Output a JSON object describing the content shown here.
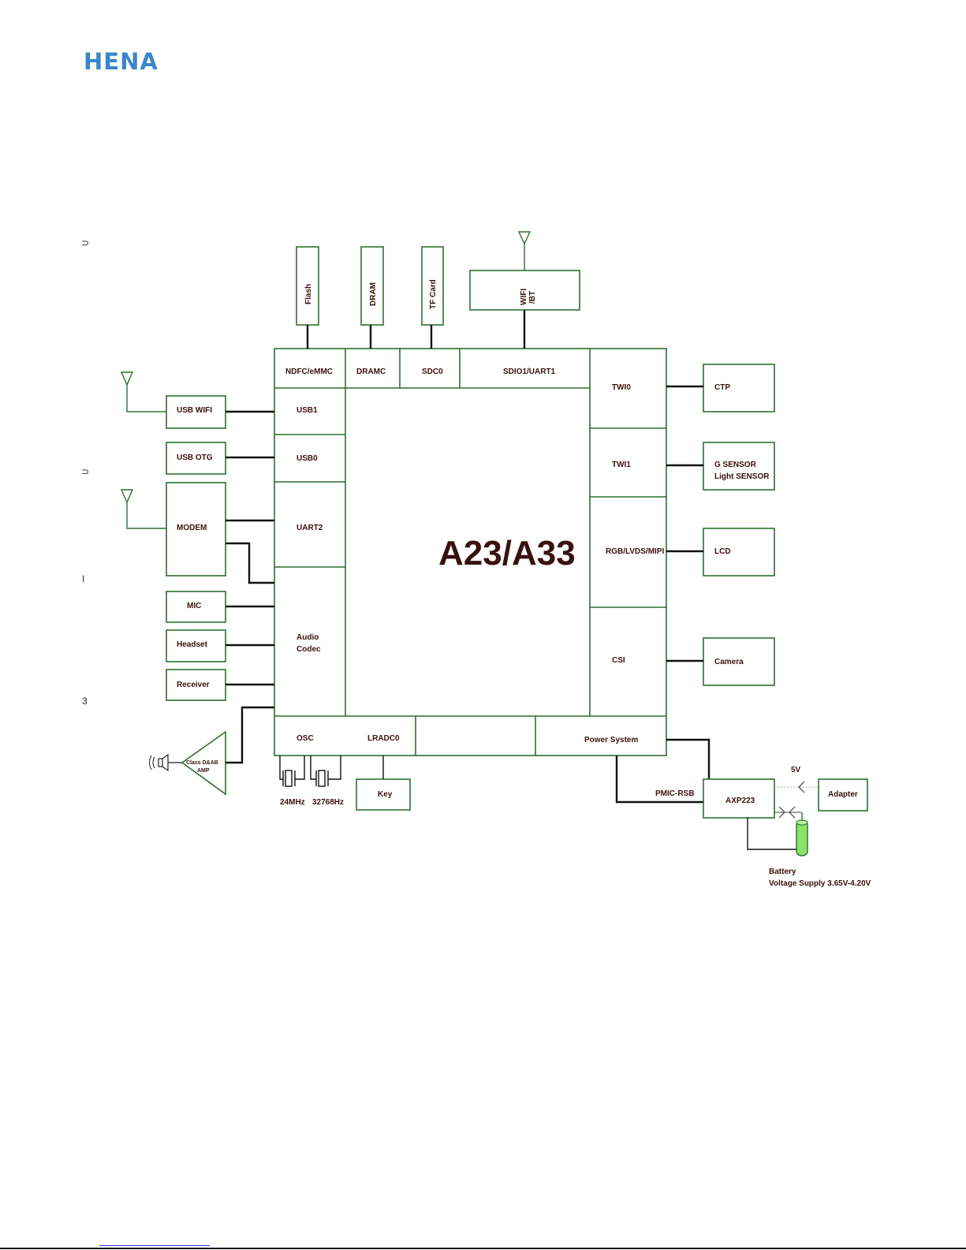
{
  "brand": {
    "logo_text": "HENA"
  },
  "margin_marks": {
    "m1": "⊃",
    "m2": "⊃",
    "m3": "I",
    "m4": "3"
  },
  "diagram": {
    "chip_name": "A23/A33",
    "top_interfaces": [
      "NDFC/eMMC",
      "DRAMC",
      "SDC0",
      "SDIO1/UART1"
    ],
    "left_interfaces": [
      "USB1",
      "USB0",
      "UART2",
      "Audio",
      "Codec"
    ],
    "right_interfaces": [
      "TWI0",
      "TWI1",
      "RGB/LVDS/MIPI",
      "CSI"
    ],
    "bottom_interfaces": [
      "OSC",
      "LRADC0",
      "Power System"
    ],
    "top_devices": [
      "Flash",
      "DRAM",
      "TF Card",
      "WIFI",
      "/BT"
    ],
    "left_devices": [
      "USB WIFI",
      "USB OTG",
      "MODEM",
      "MIC",
      "Headset",
      "Receiver"
    ],
    "amp": [
      "Class D&AB",
      "AMP"
    ],
    "right_devices": [
      "CTP",
      "G SENSOR",
      "Light SENSOR",
      "LCD",
      "Camera"
    ],
    "bottom_devices": {
      "crystal_1": "24MHz",
      "crystal_2": "32768Hz",
      "key": "Key",
      "pmic_bus": "PMIC-RSB",
      "pmic": "AXP223",
      "adapter": "Adapter",
      "adapter_voltage": "5V",
      "battery": "Battery",
      "battery_voltage": "Voltage Supply 3.65V-4.20V"
    }
  }
}
